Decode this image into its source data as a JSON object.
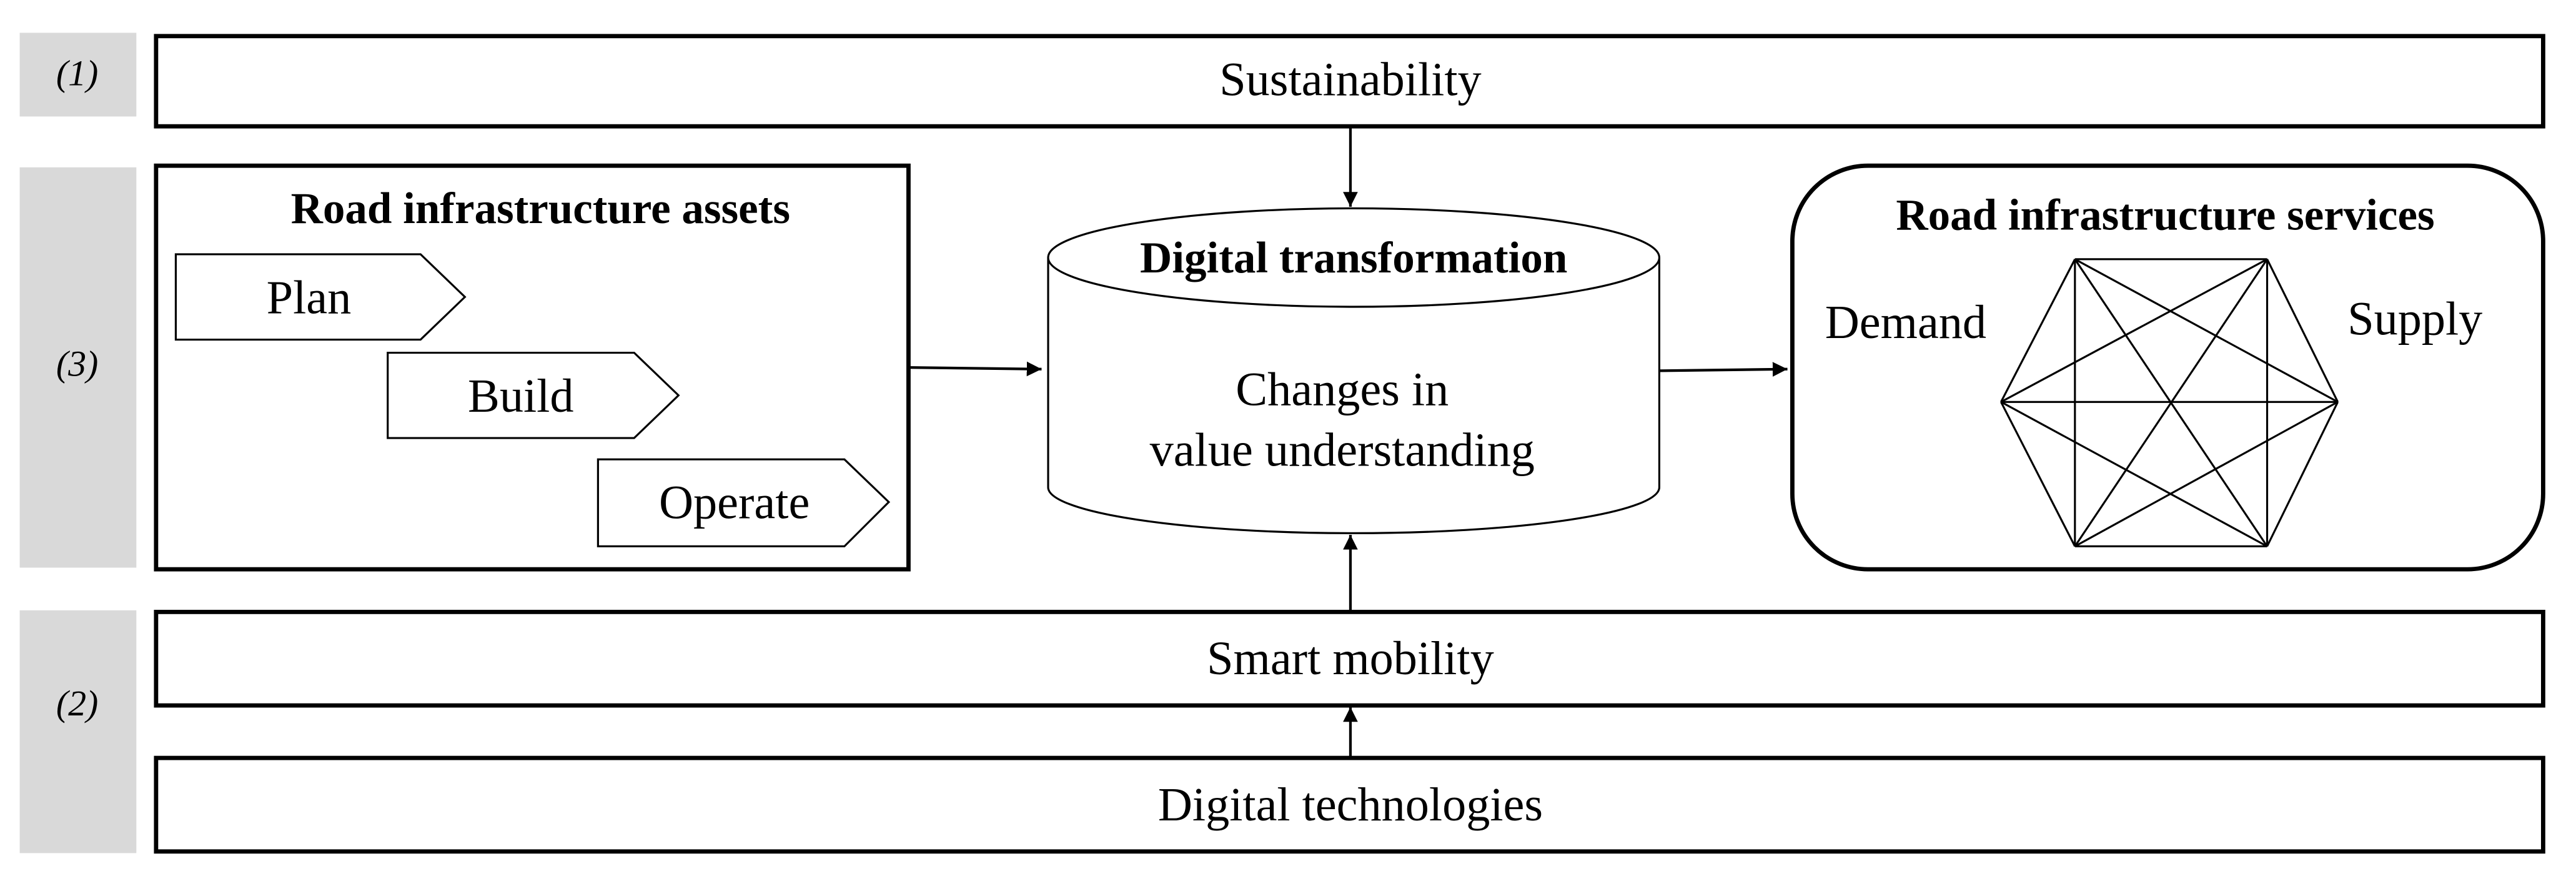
{
  "side_labels": {
    "layer1": "(1)",
    "layer3": "(3)",
    "layer2": "(2)"
  },
  "bands": {
    "sustainability": "Sustainability",
    "smart_mobility": "Smart mobility",
    "digital_technologies": "Digital technologies"
  },
  "assets": {
    "title": "Road infrastructure assets",
    "phases": [
      "Plan",
      "Build",
      "Operate"
    ]
  },
  "transformation": {
    "title": "Digital transformation",
    "line1": "Changes in",
    "line2": "value understanding"
  },
  "services": {
    "title": "Road infrastructure services",
    "left_label": "Demand",
    "right_label": "Supply"
  },
  "colors": {
    "side_label_bg": "#d9d9d9",
    "stroke": "#000000",
    "background": "#ffffff"
  }
}
